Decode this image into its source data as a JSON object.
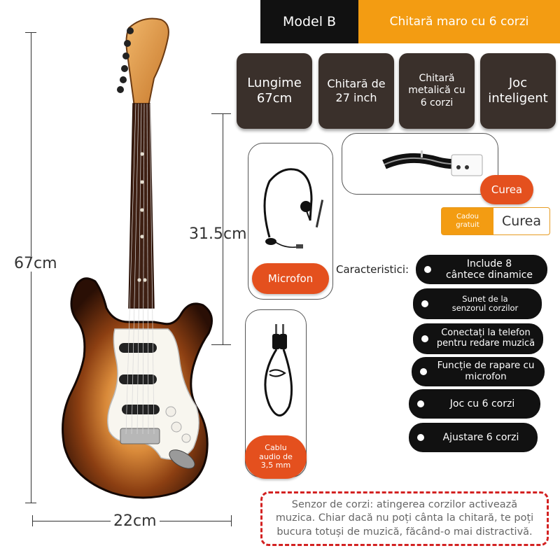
{
  "header": {
    "model_label": "Model B",
    "model_description": "Chitară maro cu 6 corzi",
    "accent_color": "#f39c12"
  },
  "specs": [
    {
      "label": "Lungime\n67cm"
    },
    {
      "label": "Chitară de\n27 inch"
    },
    {
      "label": "Chitară\nmetalică cu\n6 corzi"
    },
    {
      "label": "Joc\ninteligent"
    }
  ],
  "dimensions": {
    "height_total": "67cm",
    "neck_length": "31.5cm",
    "width": "22cm"
  },
  "accessories": {
    "microphone_label": "Microfon",
    "cable_label": "Cablu\naudio de\n3,5 mm",
    "strap_label": "Curea",
    "gift_tag": "Cadou\ngratuit",
    "gift_item": "Curea",
    "pill_color": "#e4501e"
  },
  "features": {
    "label": "Caracteristici:",
    "items": [
      "Include 8\ncântece dinamice",
      "Sunet de la\nsenzorul corzilor",
      "Conectați la telefon\npentru redare muzică",
      "Funcție de rapare cu\nmicrofon",
      "Joc cu 6 corzi",
      "Ajustare 6 corzi"
    ]
  },
  "note": {
    "text": "Senzor de corzi: atingerea corzilor activează muzica. Chiar dacă nu poți cânta la chitară, te poți bucura totuși de muzică, făcând-o mai distractivă.",
    "border_color": "#d32222"
  }
}
